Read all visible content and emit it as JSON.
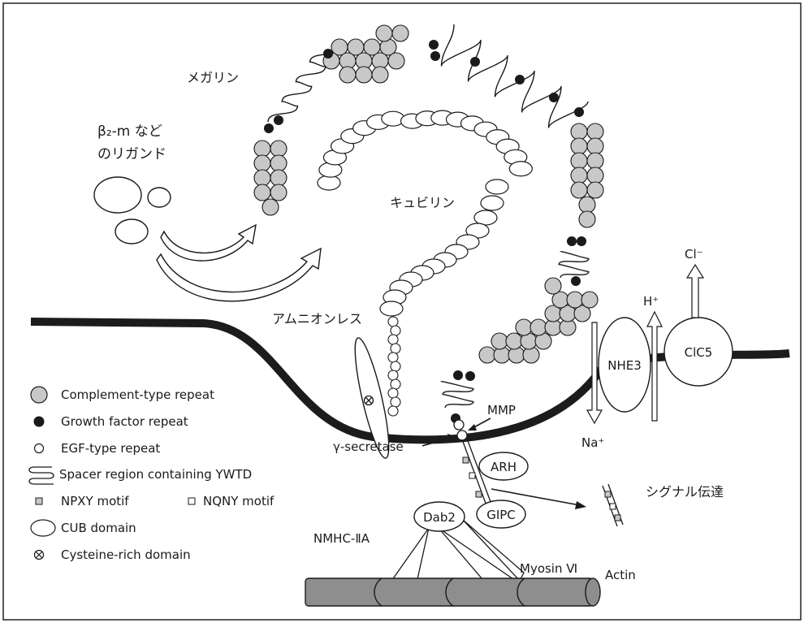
{
  "colors": {
    "membrane": "#1c1c1c",
    "complement": "#c8c8c8",
    "actin": "#8e8e8e",
    "ink": "#1a1a1a",
    "paper": "#ffffff"
  },
  "labels": {
    "megalin": "メガリン",
    "ligand_line1": "β₂-m など",
    "ligand_line2": "のリガンド",
    "cubilin": "キュビリン",
    "amnionless": "アムニオンレス",
    "mmp": "MMP",
    "gamma_secretase": "γ-secretase",
    "arh": "ARH",
    "dab2": "Dab2",
    "gipc": "GIPC",
    "signal": "シグナル伝達",
    "nmhc": "NMHC-ⅡA",
    "myosin": "Myosin Ⅵ",
    "actin": "Actin",
    "nhe3": "NHE3",
    "clc5": "ClC5",
    "na": "Na⁺",
    "h": "H⁺",
    "cl": "Cl⁻"
  },
  "legend": {
    "complement": "Complement-type repeat",
    "growth": "Growth factor repeat",
    "egf": "EGF-type repeat",
    "spacer": "Spacer region containing YWTD",
    "npxy": "NPXY motif",
    "nqny": "NQNY motif",
    "cub": "CUB domain",
    "cysteine": "Cysteine-rich domain"
  }
}
